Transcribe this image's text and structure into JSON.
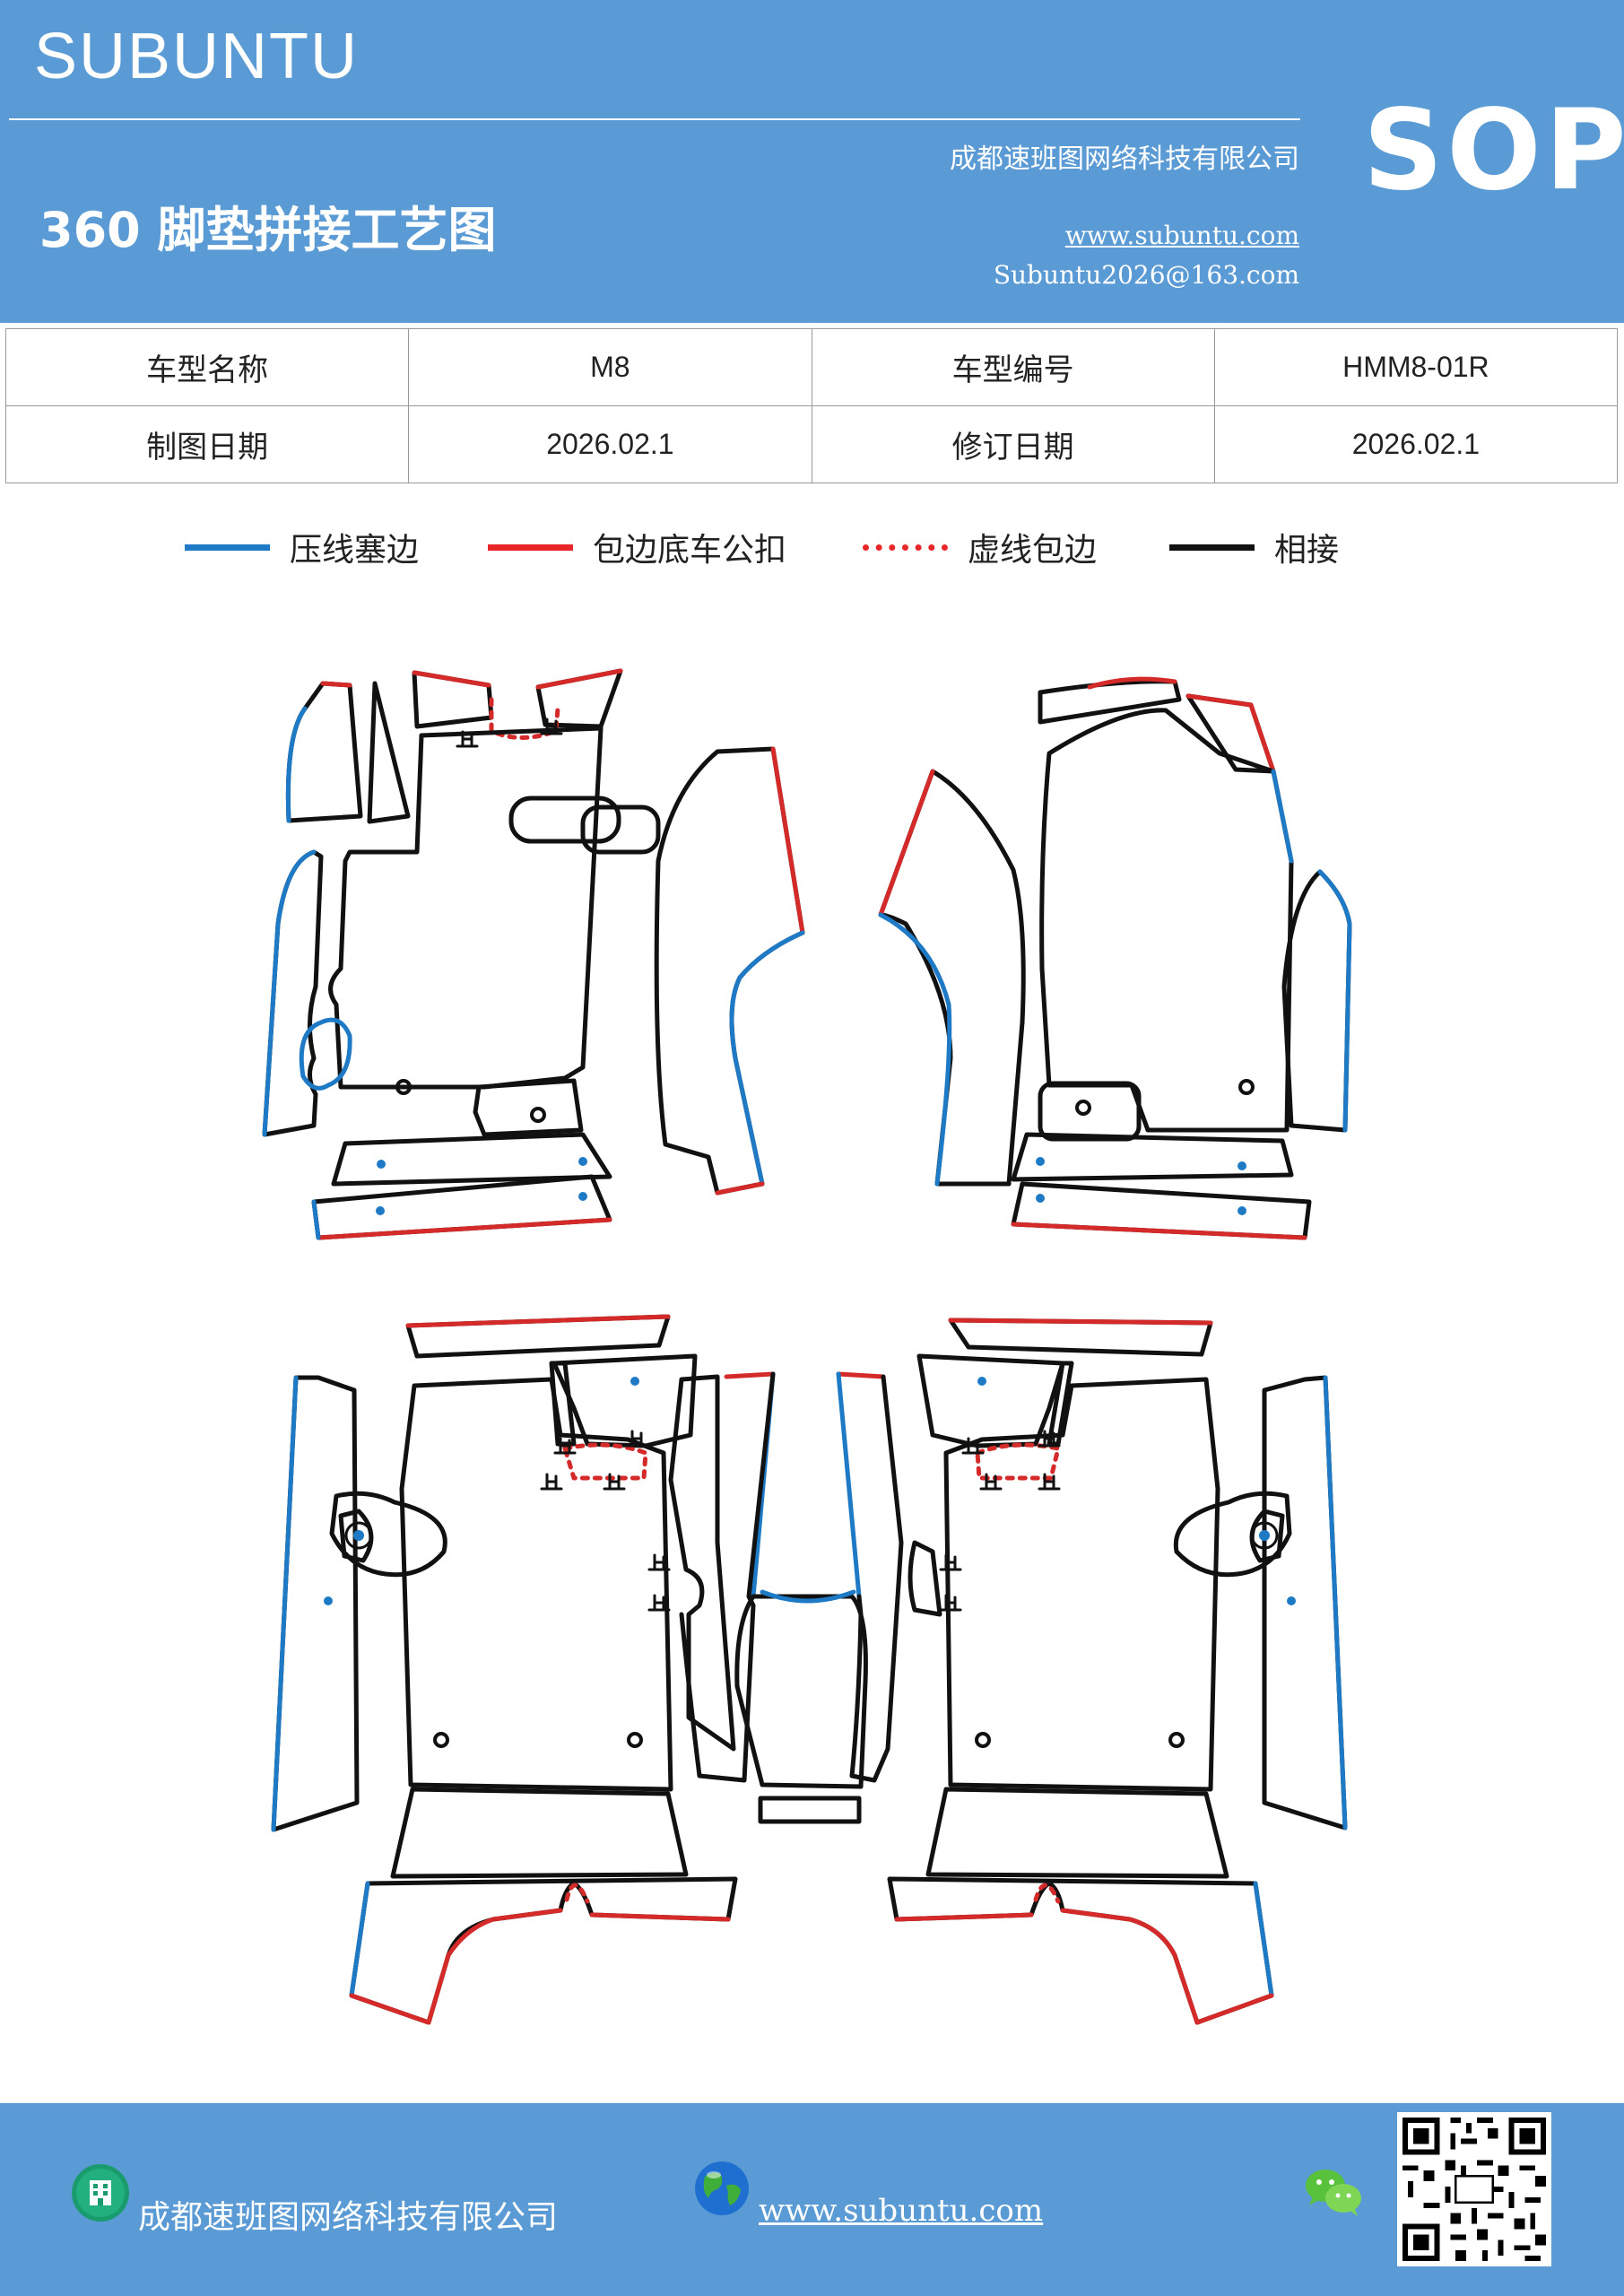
{
  "header": {
    "brand": "SUBUNTU",
    "company": "成都速班图网络科技有限公司",
    "title": "360 脚垫拼接工艺图",
    "website": "www.subuntu.com",
    "email": "Subuntu2026@163.com",
    "badge": "SOP"
  },
  "info_table": {
    "model_name_label": "车型名称",
    "model_name": "M8",
    "model_code_label": "车型编号",
    "model_code": "HMM8-01R",
    "draw_date_label": "制图日期",
    "draw_date": "2026.02.1",
    "revise_date_label": "修订日期",
    "revise_date": "2026.02.1"
  },
  "legend": [
    {
      "label": "压线塞边",
      "color": "#1f7ac6",
      "style": "solid"
    },
    {
      "label": "包边底车公扣",
      "color": "#e8262a",
      "style": "solid"
    },
    {
      "label": "虚线包边",
      "color": "#e8262a",
      "style": "dotted"
    },
    {
      "label": "相接",
      "color": "#111111",
      "style": "solid"
    }
  ],
  "colors": {
    "header_bg": "#5b9bd5",
    "blue_edge": "#1f7ac6",
    "red_edge": "#d42a2a",
    "black_edge": "#111111"
  },
  "footer": {
    "company": "成都速班图网络科技有限公司",
    "website": "www.subuntu.com",
    "icons": [
      "building-icon",
      "globe-icon",
      "wechat-icon",
      "qr-code"
    ]
  }
}
